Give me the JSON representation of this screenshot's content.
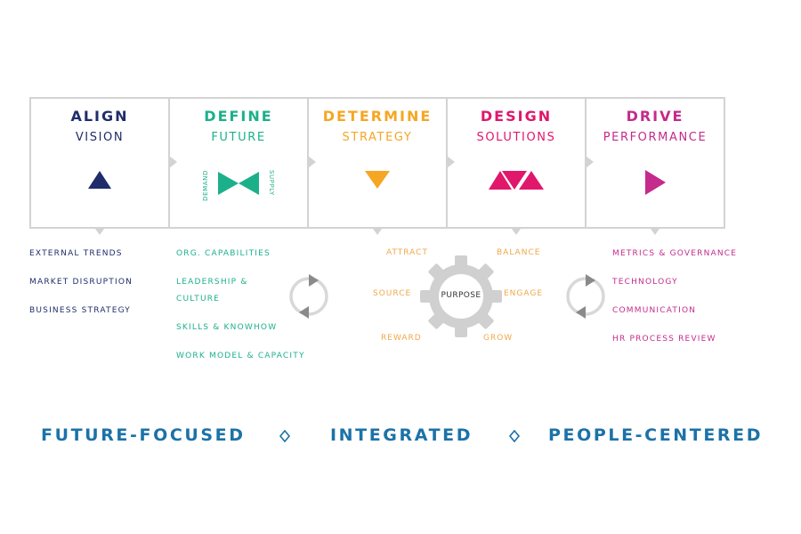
{
  "stages": [
    {
      "title": "ALIGN",
      "subtitle": "VISION",
      "color": "#1f2d6b"
    },
    {
      "title": "DEFINE",
      "subtitle": "FUTURE",
      "color": "#1cb08a"
    },
    {
      "title": "DETERMINE",
      "subtitle": "STRATEGY",
      "color": "#f5a623"
    },
    {
      "title": "DESIGN",
      "subtitle": "SOLUTIONS",
      "color": "#e0176b"
    },
    {
      "title": "DRIVE",
      "subtitle": "PERFORMANCE",
      "color": "#c42b8c"
    }
  ],
  "define_labels": {
    "demand": "DEMAND",
    "supply": "SUPPLY"
  },
  "align_items": [
    "EXTERNAL TRENDS",
    "MARKET DISRUPTION",
    "BUSINESS STRATEGY"
  ],
  "define_items": [
    "ORG. CAPABILITIES",
    "LEADERSHIP &",
    "CULTURE",
    "SKILLS & KNOWHOW",
    "WORK MODEL & CAPACITY"
  ],
  "gear": {
    "center": "PURPOSE",
    "words": {
      "attract": "ATTRACT",
      "balance": "BALANCE",
      "source": "SOURCE",
      "engage": "ENGAGE",
      "reward": "REWARD",
      "grow": "GROW"
    }
  },
  "drive_items": [
    "METRICS & GOVERNANCE",
    "TECHNOLOGY",
    "COMMUNICATION",
    "HR PROCESS REVIEW"
  ],
  "taglines": [
    "FUTURE-FOCUSED",
    "INTEGRATED",
    "PEOPLE-CENTERED"
  ],
  "colors": {
    "border": "#d3d3d3",
    "tagline": "#1c72a8",
    "gear": "#d0d0d0",
    "cycle": "#8a8a8a"
  }
}
